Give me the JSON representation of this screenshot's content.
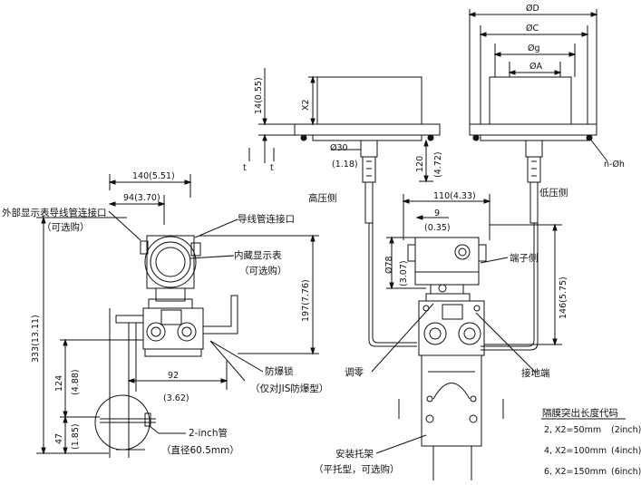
{
  "labels": {
    "external_display_conduit": "外部显示表导线管连接口",
    "optional_1": "（可选购）",
    "conduit_connection": "导线管连接口",
    "internal_display": "内藏显示表",
    "optional_2": "（可选购）",
    "high_pressure_side": "高压侧",
    "low_pressure_side": "低压侧",
    "terminal_side": "端子侧",
    "explosion_lock": "防爆锁",
    "jis_only": "（仅对JIS防爆型）",
    "zero_adjust": "调零",
    "ground_terminal": "接地端",
    "pipe_2inch": "2-inch管",
    "pipe_diameter": "（直径60.5mm）",
    "mounting_bracket": "安装托架",
    "bracket_type": "（平托型，可选购）"
  },
  "dimensions": {
    "d140": "140(5.51)",
    "d94": "94(3.70)",
    "d333": "333(13.11)",
    "d124": "124",
    "d124in": "(4.88)",
    "d47": "47",
    "d47in": "(1.85)",
    "d92": "92",
    "d92in": "(3.62)",
    "d197": "197(7.76)",
    "d14": "14(0.55)",
    "x2": "X2",
    "t1": "t",
    "t2": "t",
    "d30": "Ø30",
    "d30in": "(1.18)",
    "d120": "120",
    "d120in": "(4.72)",
    "d110": "110(4.33)",
    "d9": "9",
    "d9in": "(0.35)",
    "d78": "Ø78",
    "d78in": "(3.07)",
    "d146": "146(5.75)",
    "phiD": "ØD",
    "phiC": "ØC",
    "phig": "Øg",
    "phiA": "ØA",
    "nphih": "n-Øh"
  },
  "table": {
    "title": "隔膜突出长度代码",
    "rows": [
      {
        "code": "2,",
        "value": "X2=50mm",
        "inch": "(2inch)"
      },
      {
        "code": "4,",
        "value": "X2=100mm",
        "inch": "(4inch)"
      },
      {
        "code": "6,",
        "value": "X2=150mm",
        "inch": "(6inch)"
      }
    ]
  }
}
